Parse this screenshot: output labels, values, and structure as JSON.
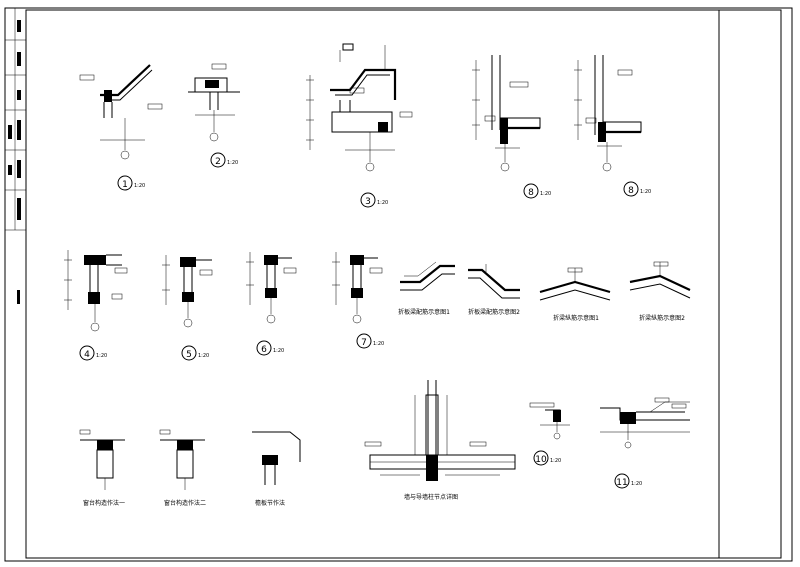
{
  "drawing": {
    "title_block_text": [],
    "details": [
      {
        "id": "1",
        "mark": "1",
        "scale": "1:20"
      },
      {
        "id": "2",
        "mark": "2",
        "scale": "1:20"
      },
      {
        "id": "3",
        "mark": "3",
        "scale": "1:20"
      },
      {
        "id": "8a",
        "mark": "8",
        "scale": "1:20"
      },
      {
        "id": "8b",
        "mark": "8",
        "scale": "1:20"
      },
      {
        "id": "4",
        "mark": "4",
        "scale": "1:20"
      },
      {
        "id": "5",
        "mark": "5",
        "scale": "1:20"
      },
      {
        "id": "6",
        "mark": "6",
        "scale": "1:20"
      },
      {
        "id": "7",
        "mark": "7",
        "scale": "1:20"
      },
      {
        "id": "10",
        "mark": "10",
        "scale": "1:20"
      },
      {
        "id": "11",
        "mark": "11",
        "scale": "1:20"
      }
    ],
    "captions": {
      "slab_rebar_1": "折板梁配筋示意图1",
      "slab_rebar_2": "折板梁配筋示意图2",
      "beam_rebar_1": "折梁纵筋示意图1",
      "beam_rebar_2": "折梁纵筋示意图2",
      "constr_col_1": "窗台构造作法一",
      "constr_col_2": "窗台构造作法二",
      "parapet": "檐板节作法",
      "wall_joint": "墙与导墙柱节点详图"
    },
    "colors": {
      "line": "#000000",
      "paper": "#ffffff"
    }
  }
}
